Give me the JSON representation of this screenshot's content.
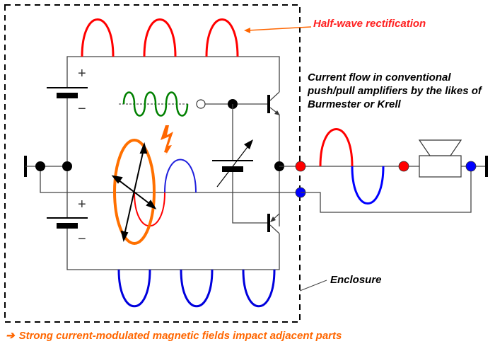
{
  "labels": {
    "half_wave": "Half-wave rectification",
    "current_flow": "Current flow in conventional push/pull amplifiers by the likes of Burmester or Krell",
    "enclosure": "Enclosure",
    "footer": "Strong current-modulated magnetic fields impact adjacent parts",
    "footer_arrow": "➔",
    "battery_plus": "+",
    "battery_minus": "−"
  },
  "colors": {
    "positive_halfwave": "#ff0000",
    "negative_halfwave": "#0000ff",
    "signal_input": "#008000",
    "magnetic_field": "#ff7000",
    "accent_text": "#ff6600",
    "halfwave_label": "#ff2020",
    "wire": "#333333"
  },
  "icons": {
    "footer_arrow": "right-arrow-icon",
    "speaker": "loudspeaker-icon",
    "transistor_upper": "npn-transistor-icon",
    "transistor_lower": "pnp-transistor-icon",
    "battery": "battery-icon",
    "variable_battery": "variable-battery-icon",
    "lightning": "lightning-bolt-icon"
  }
}
